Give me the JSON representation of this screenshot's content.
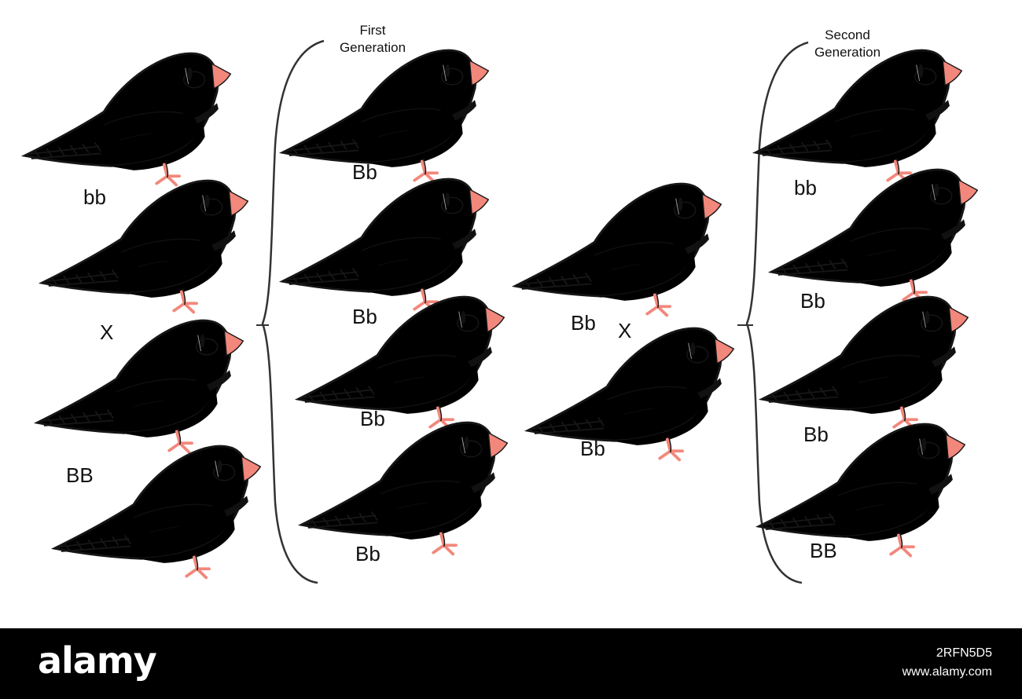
{
  "headings": {
    "first": [
      "First",
      "Generation"
    ],
    "second": [
      "Second",
      "Generation"
    ]
  },
  "cross_symbol": "X",
  "labels": {
    "parent_recessive": "bb",
    "parent_dominant": "BB",
    "gen1_1": "Bb",
    "gen1_2": "Bb",
    "gen1_3": "Bb",
    "gen1_4": "Bb",
    "cross_parent_1": "Bb",
    "cross_parent_2": "Bb",
    "gen2_1": "bb",
    "gen2_2": "Bb",
    "gen2_3": "Bb",
    "gen2_4": "BB"
  },
  "footer": {
    "brand": "alamy",
    "image_id": "2RFN5D5",
    "site": "www.alamy.com"
  },
  "colors": {
    "grey_plumage": "#959595",
    "pale_plumage": "#c7c9cb",
    "light_belly": "#d9d9d9",
    "cheek_orange": "#f39a17",
    "beak_coral": "#f2877b",
    "flank_brown": "#8a5a4b",
    "outline": "#161616",
    "footer_bg": "#000000"
  }
}
